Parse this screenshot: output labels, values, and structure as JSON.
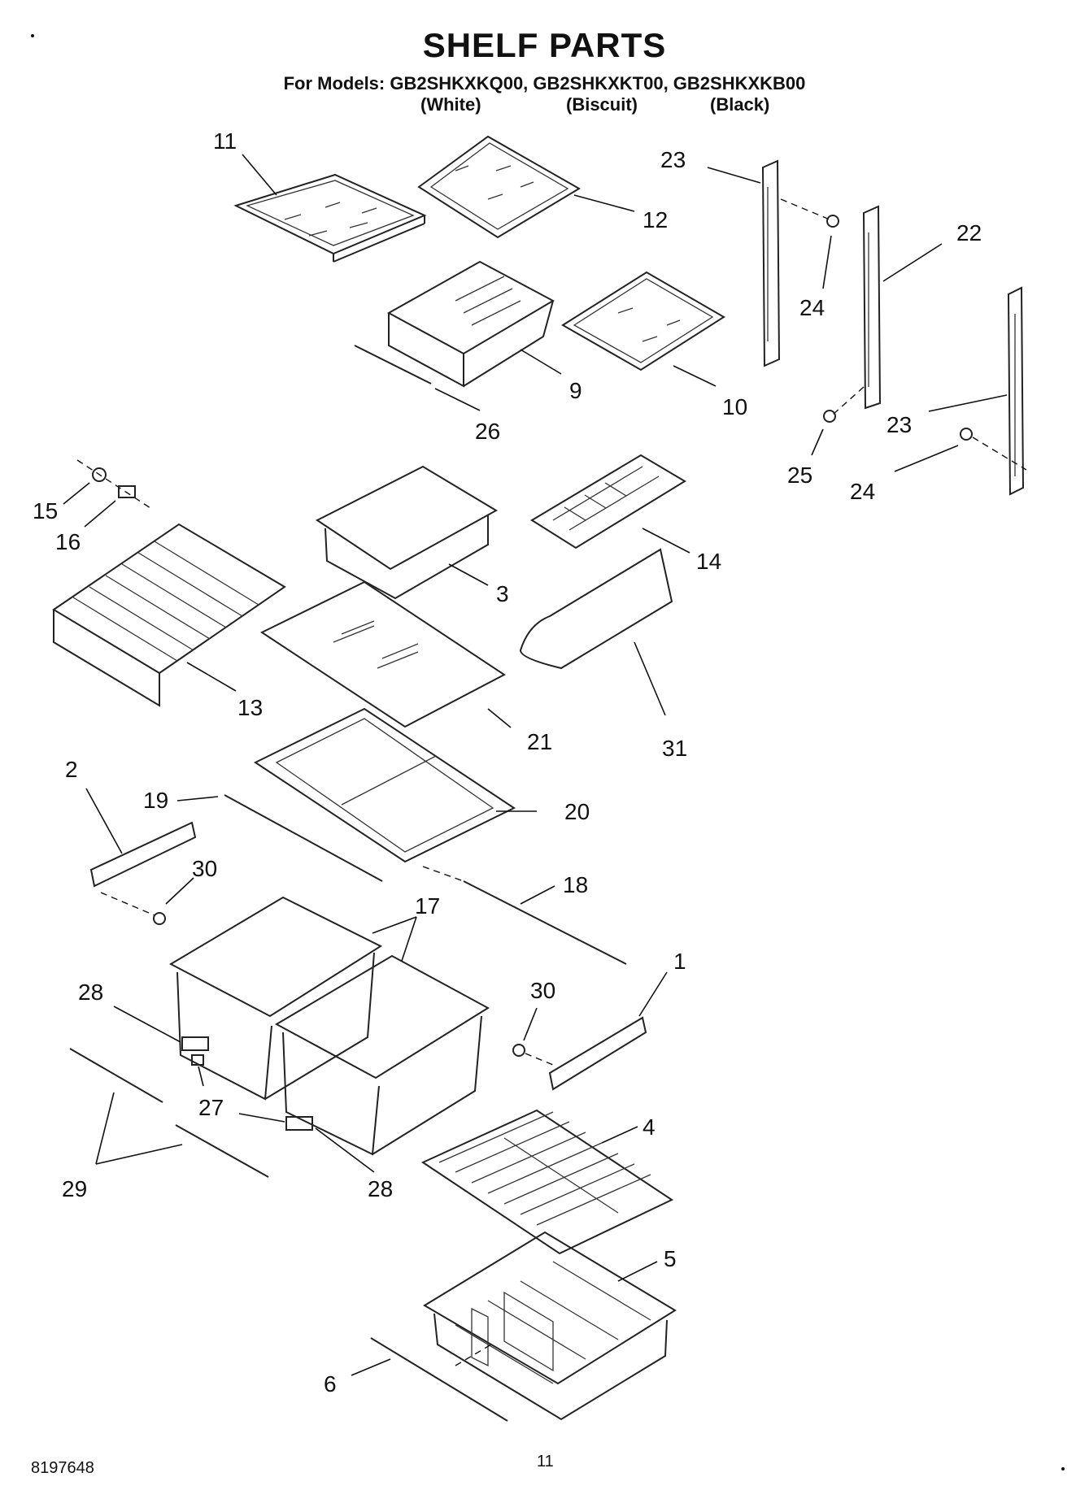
{
  "header": {
    "title": "SHELF PARTS",
    "models_line": "For Models: GB2SHKXKQ00, GB2SHKXKT00, GB2SHKXKB00",
    "color_white": "(White)",
    "color_biscuit": "(Biscuit)",
    "color_black": "(Black)"
  },
  "callouts": {
    "c1": "1",
    "c2": "2",
    "c3": "3",
    "c4": "4",
    "c5": "5",
    "c6": "6",
    "c9": "9",
    "c10": "10",
    "c11": "11",
    "c12": "12",
    "c13": "13",
    "c14": "14",
    "c15": "15",
    "c16": "16",
    "c17": "17",
    "c18": "18",
    "c19": "19",
    "c20": "20",
    "c21": "21",
    "c22": "22",
    "c23a": "23",
    "c23b": "23",
    "c24a": "24",
    "c24b": "24",
    "c25": "25",
    "c26": "26",
    "c27": "27",
    "c28a": "28",
    "c28b": "28",
    "c29": "29",
    "c30a": "30",
    "c30b": "30",
    "c31": "31"
  },
  "footer": {
    "doc_number": "8197648",
    "page_number": "11"
  }
}
